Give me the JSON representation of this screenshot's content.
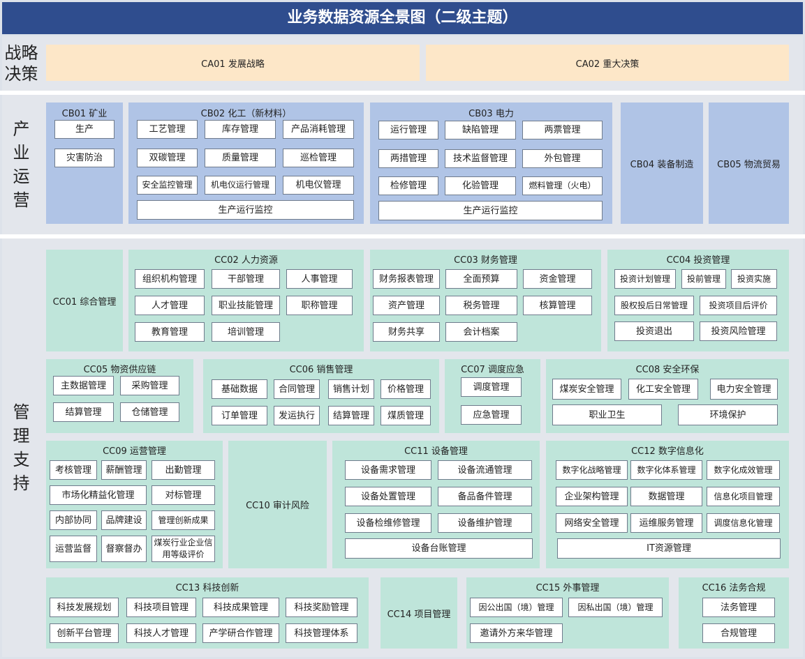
{
  "title": "业务数据资源全景图（二级主题）",
  "lanes": {
    "strategy": [
      "战略",
      "决策"
    ],
    "industry": [
      "产",
      "业",
      "运",
      "营"
    ],
    "management": [
      "管",
      "理",
      "支",
      "持"
    ]
  },
  "groups": {
    "CA01": {
      "title": "CA01 发展战略",
      "items": []
    },
    "CA02": {
      "title": "CA02 重大决策",
      "items": []
    },
    "CB01": {
      "title": "CB01 矿业",
      "items": [
        "生产",
        "灾害防治"
      ]
    },
    "CB02": {
      "title": "CB02 化工（新材料）",
      "items": [
        "工艺管理",
        "库存管理",
        "产品消耗管理",
        "双碳管理",
        "质量管理",
        "巡检管理",
        "安全监控管理",
        "机电仪运行管理",
        "机电仪管理",
        "生产运行监控"
      ]
    },
    "CB03": {
      "title": "CB03 电力",
      "items": [
        "运行管理",
        "缺陷管理",
        "两票管理",
        "两措管理",
        "技术监督管理",
        "外包管理",
        "检修管理",
        "化验管理",
        "燃料管理（火电）",
        "生产运行监控"
      ]
    },
    "CB04": {
      "title": "CB04 装备制造",
      "items": []
    },
    "CB05": {
      "title": "CB05 物流贸易",
      "items": []
    },
    "CC01": {
      "title": "CC01 综合管理",
      "items": []
    },
    "CC02": {
      "title": "CC02 人力资源",
      "items": [
        "组织机构管理",
        "干部管理",
        "人事管理",
        "人才管理",
        "职业技能管理",
        "职称管理",
        "教育管理",
        "培训管理"
      ]
    },
    "CC03": {
      "title": "CC03 财务管理",
      "items": [
        "财务报表管理",
        "全面预算",
        "资金管理",
        "资产管理",
        "税务管理",
        "核算管理",
        "财务共享",
        "会计档案"
      ]
    },
    "CC04": {
      "title": "CC04 投资管理",
      "items": [
        "投资计划管理",
        "投前管理",
        "投资实施",
        "股权投后日常管理",
        "投资项目后评价",
        "投资退出",
        "投资风险管理"
      ]
    },
    "CC05": {
      "title": "CC05 物资供应链",
      "items": [
        "主数据管理",
        "采购管理",
        "结算管理",
        "仓储管理"
      ]
    },
    "CC06": {
      "title": "CC06 销售管理",
      "items": [
        "基础数据",
        "合同管理",
        "销售计划",
        "价格管理",
        "订单管理",
        "发运执行",
        "结算管理",
        "煤质管理"
      ]
    },
    "CC07": {
      "title": "CC07 调度应急",
      "items": [
        "调度管理",
        "应急管理"
      ]
    },
    "CC08": {
      "title": "CC08 安全环保",
      "items": [
        "煤炭安全管理",
        "化工安全管理",
        "电力安全管理",
        "职业卫生",
        "环境保护"
      ]
    },
    "CC09": {
      "title": "CC09 运营管理",
      "items": [
        "考核管理",
        "薪酬管理",
        "出勤管理",
        "市场化精益化管理",
        "对标管理",
        "内部协同",
        "品牌建设",
        "管理创新成果",
        "运营监督",
        "督察督办",
        "煤炭行业企业信用等级评价"
      ]
    },
    "CC10": {
      "title": "CC10 审计风险",
      "items": []
    },
    "CC11": {
      "title": "CC11 设备管理",
      "items": [
        "设备需求管理",
        "设备流通管理",
        "设备处置管理",
        "备品备件管理",
        "设备检维修管理",
        "设备维护管理",
        "设备台账管理"
      ]
    },
    "CC12": {
      "title": "CC12 数字信息化",
      "items": [
        "数字化战略管理",
        "数字化体系管理",
        "数字化成效管理",
        "企业架构管理",
        "数据管理",
        "信息化项目管理",
        "网络安全管理",
        "运维服务管理",
        "调度信息化管理",
        "IT资源管理"
      ]
    },
    "CC13": {
      "title": "CC13 科技创新",
      "items": [
        "科技发展规划",
        "科技项目管理",
        "科技成果管理",
        "科技奖励管理",
        "创新平台管理",
        "科技人才管理",
        "产学研合作管理",
        "科技管理体系"
      ]
    },
    "CC14": {
      "title": "CC14 项目管理",
      "items": []
    },
    "CC15": {
      "title": "CC15 外事管理",
      "items": [
        "因公出国（境）管理",
        "因私出国（境）管理",
        "邀请外方来华管理"
      ]
    },
    "CC16": {
      "title": "CC16 法务合规",
      "items": [
        "法务管理",
        "合规管理"
      ]
    }
  },
  "colors": {
    "header": "#2f4d8e",
    "strategy_fill": "#fde7c8",
    "industry_fill": "#b0c4e6",
    "management_fill": "#bfe5da",
    "lane_background": "#e3e6ec"
  }
}
